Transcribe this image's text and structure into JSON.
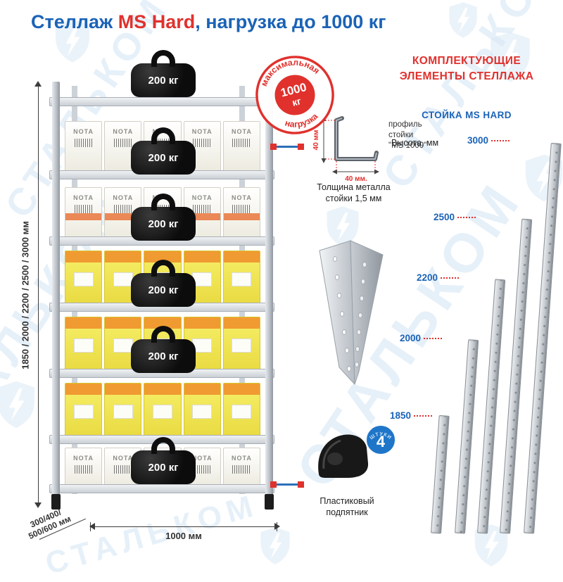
{
  "watermark": {
    "text": "СТАЛЬКОМ"
  },
  "title": {
    "part1": "Стеллаж ",
    "brand": "MS Hard",
    "part2": ", нагрузка до 1000 кг"
  },
  "rack": {
    "weight_label": "200 кг",
    "box_brand": "NOTA",
    "badge": {
      "arc_top": "максимальная",
      "arc_bottom": "нагрузка",
      "value_line1": "1000",
      "value_line2": "кг"
    },
    "dims": {
      "height": "1850 / 2000 / 2200 / 2500 / 3000 мм",
      "depth_line1": "300/400/",
      "depth_line2": "500/600 мм",
      "width": "1000 мм"
    }
  },
  "profile": {
    "label_line1": "профиль",
    "label_line2": "стойки",
    "label_line3": "\"MS 1000\"",
    "dim_vertical": "40 мм",
    "dim_horizontal": "40 мм.",
    "note_line1": "Толщина металла",
    "note_line2": "стойки 1,5 мм"
  },
  "foot": {
    "badge_value": "4",
    "badge_caption": "ШТУКИ",
    "label_line1": "Пластиковый",
    "label_line2": "подпятник"
  },
  "components": {
    "heading_line1": "КОМПЛЕКТУЮЩИЕ",
    "heading_line2": "ЭЛЕМЕНТЫ СТЕЛЛАЖА",
    "subheading": "СТОЙКА MS HARD",
    "height_caption": "Высота, мм",
    "posts": [
      {
        "height": "1850"
      },
      {
        "height": "2000"
      },
      {
        "height": "2200"
      },
      {
        "height": "2500"
      },
      {
        "height": "3000"
      }
    ]
  },
  "colors": {
    "accent_blue": "#1b63b7",
    "accent_red": "#e0312d",
    "badge_blue": "#1f76c9"
  }
}
